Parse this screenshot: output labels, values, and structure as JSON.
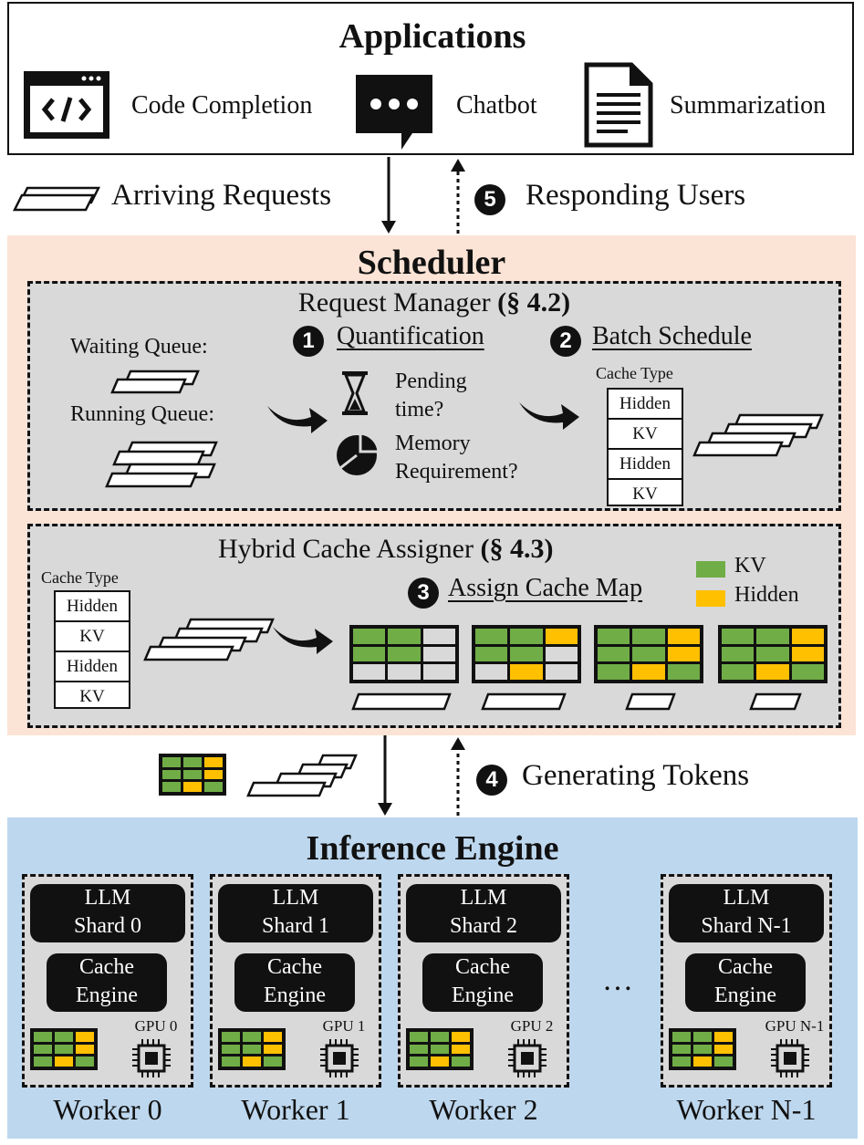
{
  "applications": {
    "title": "Applications",
    "apps": [
      {
        "label": "Code Completion",
        "icon": "code-window-icon"
      },
      {
        "label": "Chatbot",
        "icon": "chat-bubble-icon"
      },
      {
        "label": "Summarization",
        "icon": "document-icon"
      }
    ]
  },
  "flow": {
    "arriving": "Arriving Requests",
    "responding_num": "5",
    "responding": "Responding Users",
    "generating_num": "4",
    "generating": "Generating Tokens"
  },
  "scheduler": {
    "title": "Scheduler",
    "request_manager": {
      "title": "Request Manager ",
      "section": "(§ 4.2)",
      "waiting_queue": "Waiting Queue:",
      "running_queue": "Running Queue:",
      "step1_num": "1",
      "step1": "Quantification",
      "q1_line1": "Pending",
      "q1_line2": "time?",
      "q2_line1": "Memory",
      "q2_line2": "Requirement?",
      "step2_num": "2",
      "step2": "Batch Schedule",
      "cache_type": "Cache Type",
      "cache_rows": [
        "Hidden",
        "KV",
        "Hidden",
        "KV"
      ]
    },
    "cache_assigner": {
      "title": "Hybrid Cache Assigner ",
      "section": "(§ 4.3)",
      "cache_type": "Cache Type",
      "cache_rows": [
        "Hidden",
        "KV",
        "Hidden",
        "KV"
      ],
      "step3_num": "3",
      "step3": "Assign Cache Map",
      "legend": [
        {
          "label": "KV",
          "color": "#70ad47"
        },
        {
          "label": "Hidden",
          "color": "#ffc000"
        }
      ]
    }
  },
  "engine": {
    "title": "Inference Engine",
    "ellipsis": "…",
    "cache_engine_line1": "Cache",
    "cache_engine_line2": "Engine",
    "llm_line1": "LLM",
    "workers": [
      {
        "shard": "Shard 0",
        "gpu": "GPU 0",
        "label": "Worker 0"
      },
      {
        "shard": "Shard 1",
        "gpu": "GPU 1",
        "label": "Worker 1"
      },
      {
        "shard": "Shard 2",
        "gpu": "GPU 2",
        "label": "Worker 2"
      },
      {
        "shard": "Shard N-1",
        "gpu": "GPU N-1",
        "label": "Worker N-1"
      }
    ]
  },
  "colors": {
    "kv": "#70ad47",
    "hidden": "#ffc000",
    "empty": "#d9d9d9",
    "scheduler_bg": "#fbe3d5",
    "engine_bg": "#bdd7ee"
  }
}
